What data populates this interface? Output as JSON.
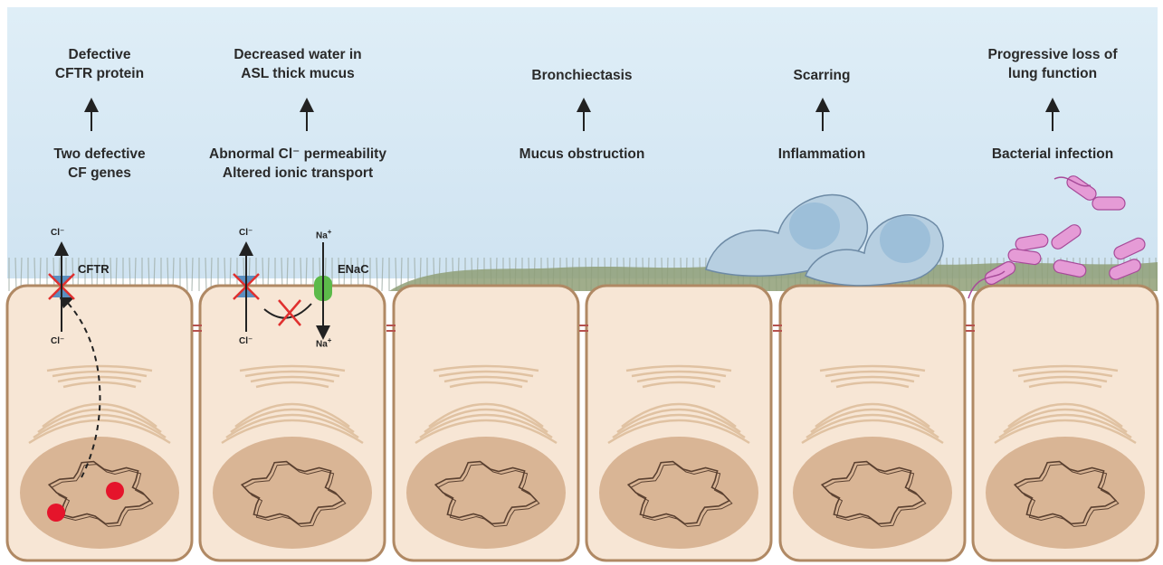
{
  "stages": [
    {
      "effect": "Defective\nCFTR protein",
      "cause": "Two defective\nCF genes"
    },
    {
      "effect": "Decreased water in\nASL thick mucus",
      "cause": "Abnormal Cl⁻ permeability\nAltered ionic transport"
    },
    {
      "effect": "Bronchiectasis",
      "cause": "Mucus obstruction"
    },
    {
      "effect": "Scarring",
      "cause": "Inflammation"
    },
    {
      "effect": "Progressive loss of\nlung function",
      "cause": "Bacterial infection"
    }
  ],
  "channels": {
    "cftr": "CFTR",
    "enac": "ENaC"
  },
  "ions": {
    "chloride": "Cl⁻",
    "sodium": "Na"
  },
  "colors": {
    "sky": "#d7e8f4",
    "cell_fill": "#f7e6d5",
    "cell_border": "#b08964",
    "nucleus": "#d9b595",
    "mucus": "#8f9f77",
    "immune_cell": "#b7cfe1",
    "bacteria": "#e59bd6",
    "mutation_dot": "#e5142b"
  }
}
